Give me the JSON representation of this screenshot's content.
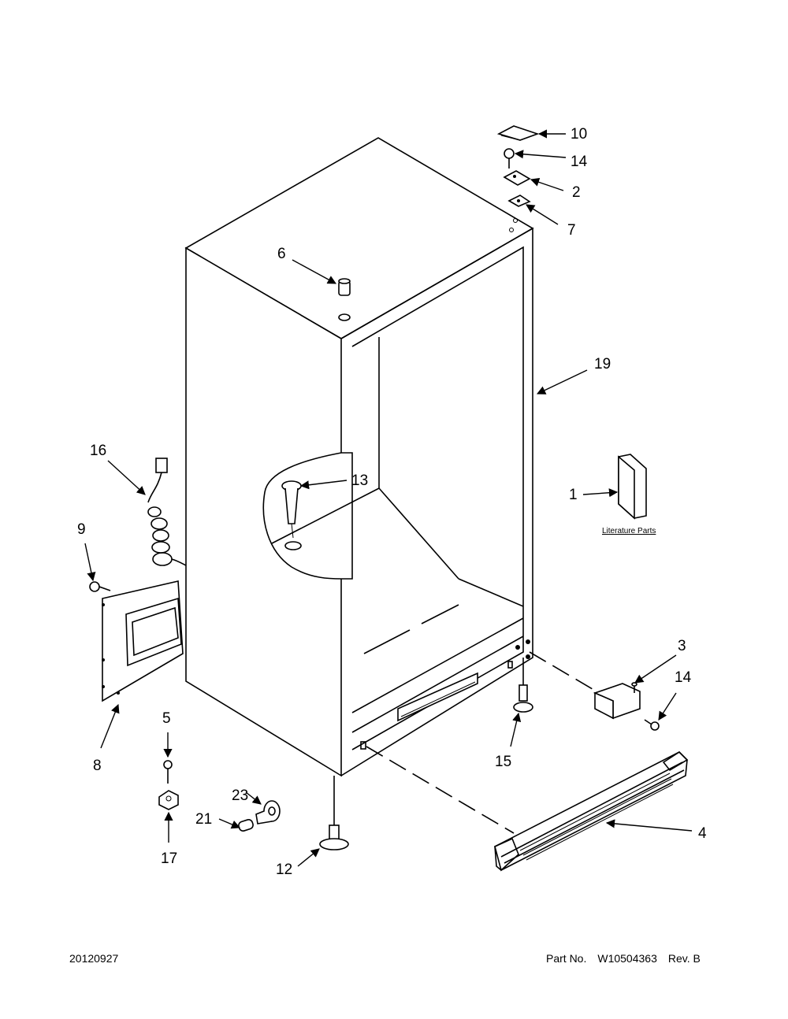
{
  "callouts": {
    "c1": "1",
    "c2": "2",
    "c3": "3",
    "c4": "4",
    "c5": "5",
    "c6": "6",
    "c7": "7",
    "c8": "8",
    "c9": "9",
    "c10": "10",
    "c12": "12",
    "c13": "13",
    "c14a": "14",
    "c14b": "14",
    "c15": "15",
    "c16": "16",
    "c17": "17",
    "c19": "19",
    "c21": "21",
    "c23": "23"
  },
  "literature_label": "Literature Parts",
  "footer": {
    "date": "20120927",
    "part_label": "Part No.",
    "part_number": "W10504363",
    "revision": "Rev. B"
  }
}
